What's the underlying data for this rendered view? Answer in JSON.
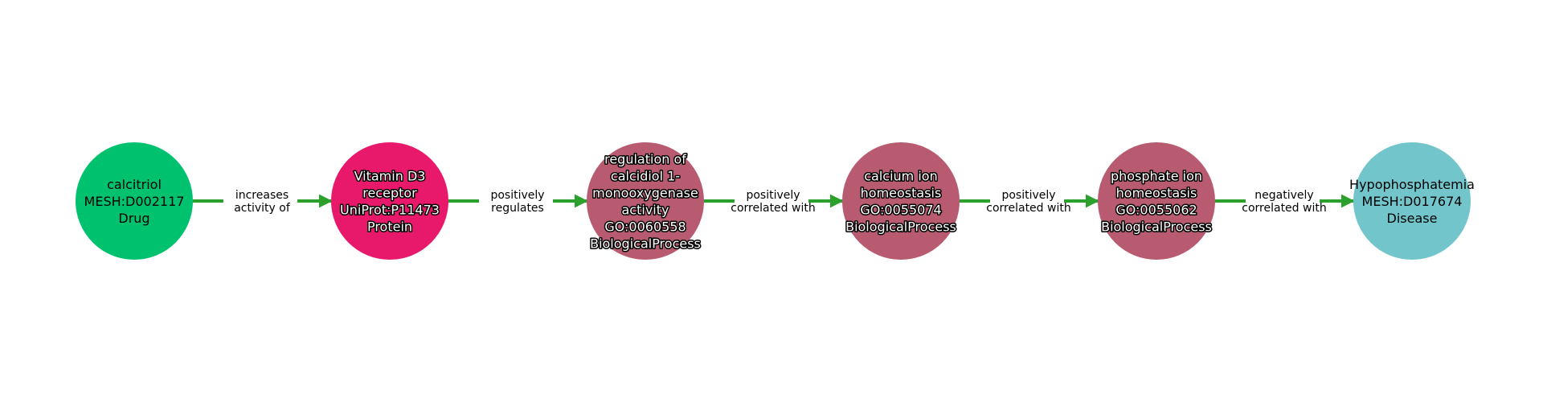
{
  "diagram": {
    "edge_color": "#2ca02c",
    "nodes": [
      {
        "id": "calcitriol",
        "lines": [
          "calcitriol",
          "MESH:D002117",
          "Drug"
        ],
        "fill": "#00c26e",
        "text_style": "dark"
      },
      {
        "id": "vitamin-d3-receptor",
        "lines": [
          "Vitamin D3",
          "receptor",
          "UniProt:P11473",
          "Protein"
        ],
        "fill": "#e8186a",
        "text_style": "light"
      },
      {
        "id": "regulation-calcidiol",
        "lines": [
          "regulation of",
          "calcidiol 1-",
          "monooxygenase",
          "activity",
          "GO:0060558",
          "BiologicalProcess"
        ],
        "fill": "#b85a70",
        "text_style": "light"
      },
      {
        "id": "calcium-ion-homeostasis",
        "lines": [
          "calcium ion",
          "homeostasis",
          "GO:0055074",
          "BiologicalProcess"
        ],
        "fill": "#b85a70",
        "text_style": "light"
      },
      {
        "id": "phosphate-ion-homeostasis",
        "lines": [
          "phosphate ion",
          "homeostasis",
          "GO:0055062",
          "BiologicalProcess"
        ],
        "fill": "#b85a70",
        "text_style": "light"
      },
      {
        "id": "hypophosphatemia",
        "lines": [
          "Hypophosphatemia",
          "MESH:D017674",
          "Disease"
        ],
        "fill": "#72c6cb",
        "text_style": "dark"
      }
    ],
    "edges": [
      {
        "from": 0,
        "to": 1,
        "lines": [
          "increases",
          "activity of"
        ]
      },
      {
        "from": 1,
        "to": 2,
        "lines": [
          "positively",
          "regulates"
        ]
      },
      {
        "from": 2,
        "to": 3,
        "lines": [
          "positively",
          "correlated with"
        ]
      },
      {
        "from": 3,
        "to": 4,
        "lines": [
          "positively",
          "correlated with"
        ]
      },
      {
        "from": 4,
        "to": 5,
        "lines": [
          "negatively",
          "correlated with"
        ]
      }
    ]
  }
}
